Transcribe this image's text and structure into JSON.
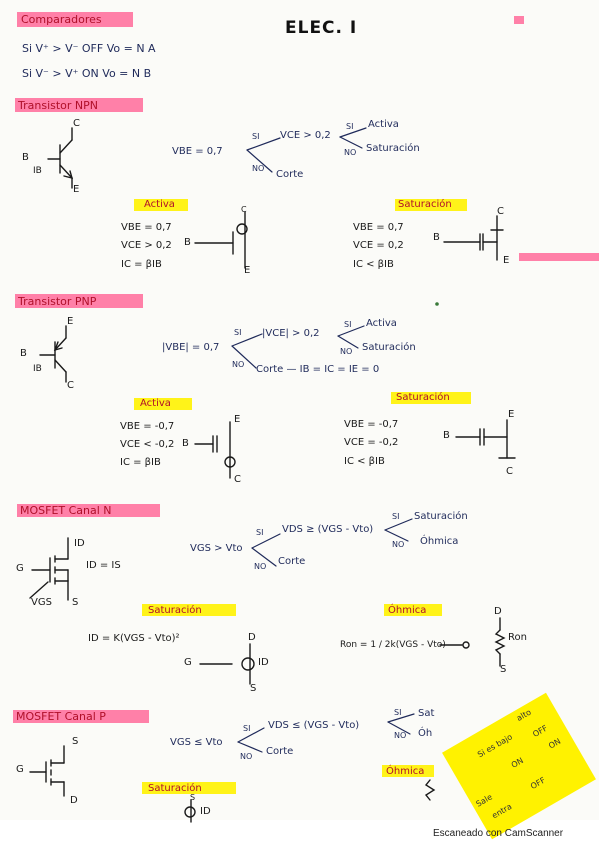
{
  "title": "ELEC. I",
  "footer": "Escaneado con CamScanner",
  "colors": {
    "highlight_pink": "#ff6a9a",
    "highlight_yellow": "#fff200",
    "ink_blue": "#1f2a5a",
    "ink_red": "#c8102e"
  },
  "comparadores": {
    "heading": "Comparadores",
    "line1": "Si V⁺ > V⁻   OFF   Vo = N A",
    "line2": "Si V⁻ > V⁺   ON    Vo = N B"
  },
  "npn": {
    "heading": "Transistor NPN",
    "pins": {
      "c": "C",
      "b": "B",
      "e": "E",
      "ib": "IB"
    },
    "cond": "VBE = 0,7",
    "si1": "SI",
    "vce": "VCE > 0,2",
    "si2": "SI",
    "activa": "Activa",
    "no2": "NO",
    "saturacion": "Saturación",
    "no1": "NO",
    "corte": "Corte",
    "activa_box": {
      "label": "Activa",
      "l1": "VBE = 0,7",
      "l2": "VCE > 0,2",
      "l3": "IC = βIB",
      "b": "B",
      "c": "C",
      "e": "E"
    },
    "sat_box": {
      "label": "Saturación",
      "l1": "VBE = 0,7",
      "l2": "VCE = 0,2",
      "l3": "IC < βIB",
      "b": "B",
      "c": "C",
      "e": "E"
    }
  },
  "pnp": {
    "heading": "Transistor PNP",
    "pins": {
      "e": "E",
      "b": "B",
      "c": "C",
      "ib": "IB"
    },
    "cond": "|VBE| = 0,7",
    "si1": "SI",
    "vce": "|VCE| > 0,2",
    "si2": "SI",
    "activa": "Activa",
    "no2": "NO",
    "saturacion": "Saturación",
    "no1": "NO",
    "corte": "Corte — IB = IC = IE = 0",
    "activa_box": {
      "label": "Activa",
      "l1": "VBE = -0,7",
      "l2": "VCE < -0,2",
      "l3": "IC = βIB",
      "b": "B",
      "c": "C",
      "e": "E"
    },
    "sat_box": {
      "label": "Saturación",
      "l1": "VBE = -0,7",
      "l2": "VCE = -0,2",
      "l3": "IC < βIB",
      "b": "B",
      "c": "C",
      "e": "E"
    }
  },
  "mosfet_n": {
    "heading": "MOSFET Canal N",
    "pins": {
      "g": "G",
      "s": "S",
      "id": "ID",
      "is": "ID = IS",
      "vgs": "VGS"
    },
    "cond": "VGS > Vto",
    "si1": "SI",
    "vds": "VDS ≥ (VGS - Vto)",
    "si2": "SI",
    "saturacion": "Saturación",
    "no2": "NO",
    "ohmica": "Óhmica",
    "no1": "NO",
    "corte": "Corte",
    "sat_box": {
      "label": "Saturación",
      "formula": "ID = K(VGS - Vto)²",
      "g": "G",
      "d": "D",
      "s": "S",
      "id": "ID"
    },
    "ohm_box": {
      "label": "Óhmica",
      "formula": "Ron = 1 / 2k(VGS - Vto)",
      "d": "D",
      "s": "S",
      "ron": "Ron"
    }
  },
  "mosfet_p": {
    "heading": "MOSFET Canal P",
    "pins": {
      "g": "G",
      "s": "S",
      "d": "D"
    },
    "cond": "VGS ≤ Vto",
    "si1": "SI",
    "vds": "VDS ≤ (VGS - Vto)",
    "si2": "SI",
    "sat": "Sat",
    "no2": "NO",
    "ohm": "Óh",
    "no1": "NO",
    "corte": "Corte",
    "sat_box": {
      "label": "Saturación",
      "s": "S",
      "id": "ID"
    },
    "ohm_box": {
      "label": "Óhmica"
    }
  },
  "note": {
    "l1": "Si es bajo",
    "l2": "alto",
    "l3": "OFF",
    "l4": "ON",
    "l5": "ON",
    "l6": "OFF",
    "l7": "Sale",
    "l8": "entra"
  }
}
